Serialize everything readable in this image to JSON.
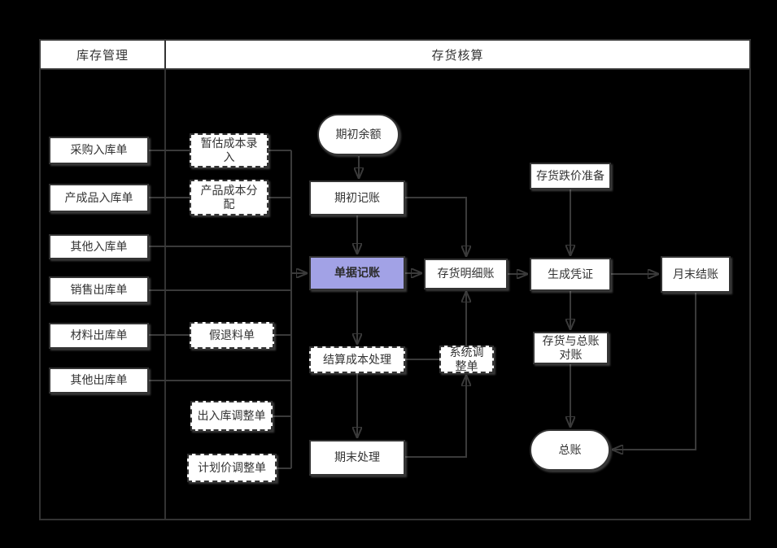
{
  "diagram": {
    "type": "swimlane-flowchart",
    "lanes": [
      {
        "title": "库存管理"
      },
      {
        "title": "存货核算"
      }
    ],
    "nodes": [
      {
        "id": "purchase-inbound-order",
        "label": "采购入库单",
        "shape": "process"
      },
      {
        "id": "finished-goods-inbound-order",
        "label": "产成品入库单",
        "shape": "process"
      },
      {
        "id": "other-inbound-order",
        "label": "其他入库单",
        "shape": "process"
      },
      {
        "id": "sales-outbound-order",
        "label": "销售出库单",
        "shape": "process"
      },
      {
        "id": "material-outbound-order",
        "label": "材料出库单",
        "shape": "process"
      },
      {
        "id": "other-outbound-order",
        "label": "其他出库单",
        "shape": "process"
      },
      {
        "id": "estimated-cost-entry",
        "label": "暂估成本录\n入",
        "shape": "dashed"
      },
      {
        "id": "product-cost-allocation",
        "label": "产品成本分\n配",
        "shape": "dashed"
      },
      {
        "id": "pseudo-material-return-order",
        "label": "假退料单",
        "shape": "dashed"
      },
      {
        "id": "inbound-outbound-adjustment-order",
        "label": "出入库调整单",
        "shape": "dashed"
      },
      {
        "id": "planned-price-adjustment-order",
        "label": "计划价调整单",
        "shape": "dashed"
      },
      {
        "id": "opening-balance",
        "label": "期初余额",
        "shape": "terminator"
      },
      {
        "id": "opening-posting",
        "label": "期初记账",
        "shape": "process"
      },
      {
        "id": "document-posting",
        "label": "单据记账",
        "shape": "highlight"
      },
      {
        "id": "settlement-cost-processing",
        "label": "结算成本处理",
        "shape": "dashed"
      },
      {
        "id": "period-end-processing",
        "label": "期末处理",
        "shape": "process"
      },
      {
        "id": "inventory-subsidiary-ledger",
        "label": "存货明细账",
        "shape": "process"
      },
      {
        "id": "system-adjustment-order",
        "label": "系统调\n整单",
        "shape": "dashed"
      },
      {
        "id": "inventory-depreciation-reserve",
        "label": "存货跌价准备",
        "shape": "process"
      },
      {
        "id": "generate-voucher",
        "label": "生成凭证",
        "shape": "process"
      },
      {
        "id": "inventory-gl-reconciliation",
        "label": "存货与总账\n对账",
        "shape": "process"
      },
      {
        "id": "general-ledger",
        "label": "总账",
        "shape": "terminator"
      },
      {
        "id": "month-end-closing",
        "label": "月末结账",
        "shape": "process"
      }
    ],
    "colors": {
      "canvas_background": "#000000",
      "node_background": "#ffffff",
      "node_border": "#333333",
      "connector": "#3a3a3a",
      "highlight_fill": "#a2a2e6",
      "text": "#333333"
    }
  }
}
